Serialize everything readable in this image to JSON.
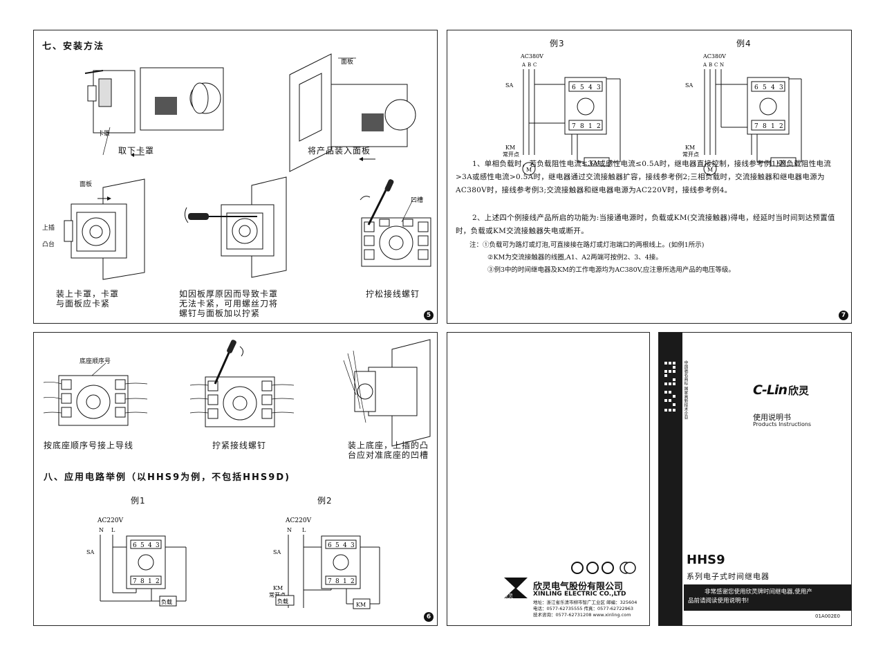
{
  "panel_5": {
    "heading": "七、安装方法",
    "steps": [
      {
        "label_lines": [
          "取下卡罩"
        ],
        "callouts": [
          "卡罩"
        ]
      },
      {
        "label_lines": [
          "将产品装入面板"
        ],
        "callouts": [
          "面板"
        ]
      },
      {
        "label_lines": [
          "装上卡罩，卡罩",
          "与面板应卡紧"
        ],
        "callouts": [
          "面板",
          "上插",
          "凸台"
        ]
      },
      {
        "label_lines": [
          "如因板厚原因而导致卡罩",
          "无法卡紧，可用螺丝刀将",
          "螺钉与面板加以拧紧"
        ],
        "callouts": []
      },
      {
        "label_lines": [
          "拧松接线螺钉"
        ],
        "callouts": [
          "凹槽"
        ]
      }
    ],
    "page_number": "5"
  },
  "panel_6": {
    "socket_steps": [
      {
        "label_lines": [
          "按底座顺序号接上导线"
        ],
        "callouts": [
          "底座顺序号"
        ]
      },
      {
        "label_lines": [
          "拧紧接线螺钉"
        ],
        "callouts": []
      },
      {
        "label_lines": [
          "装上底座，上插的凸",
          "台应对准底座的凹槽"
        ],
        "callouts": []
      }
    ],
    "section_heading": "八、应用电路举例（以HHS9为例，不包括HHS9D)",
    "examples": [
      {
        "title": "例1",
        "supply": "AC220V",
        "phases": [
          "N",
          "L"
        ],
        "switch": "SA",
        "load": "负载",
        "pins_top": [
          "6",
          "5",
          "4",
          "3"
        ],
        "pins_bottom": [
          "7",
          "8",
          "1",
          "2"
        ]
      },
      {
        "title": "例2",
        "supply": "AC220V",
        "phases": [
          "N",
          "L"
        ],
        "switch": "SA",
        "contactor": "KM",
        "contact_label": "常开点",
        "load": "负载",
        "coil": "KM",
        "pins_top": [
          "6",
          "5",
          "4",
          "3"
        ],
        "pins_bottom": [
          "7",
          "8",
          "1",
          "2"
        ]
      }
    ],
    "page_number": "6"
  },
  "panel_7": {
    "examples": [
      {
        "title": "例3",
        "supply": "AC380V",
        "phases": [
          "A",
          "B",
          "C"
        ],
        "switch": "SA",
        "contactor": "KM",
        "contact_label": "常开点",
        "motor": "M",
        "coil": "KM",
        "pins_top": [
          "6",
          "5",
          "4",
          "3"
        ],
        "pins_bottom": [
          "7",
          "8",
          "1",
          "2"
        ]
      },
      {
        "title": "例4",
        "supply": "AC380V",
        "phases": [
          "A",
          "B",
          "C",
          "N"
        ],
        "switch": "SA",
        "contactor": "KM",
        "contact_label": "常开点",
        "motor": "M",
        "coil": "KM",
        "pins_top": [
          "6",
          "5",
          "4",
          "3"
        ],
        "pins_bottom": [
          "7",
          "8",
          "1",
          "2"
        ]
      }
    ],
    "paragraph_1": "1、单相负载时，若负载阻性电流≤3A或感性电流≤0.5A时，继电器直接控制，接线参考例1;若负载阻性电流>3A或感性电流>0.5A时，继电器通过交流接触器扩容，接线参考例2;三相负载时，交流接触器和继电器电源为AC380V时，接线参考例3;交流接触器和继电器电源为AC220V时，接线参考例4。",
    "paragraph_2": "2、上述四个例接线产品所启的功能为:当接通电源时，负载或KM(交流接触器)得电，经延时当时间到达预置值时，负载或KM交流接触器失电或断开。",
    "notes": [
      "注：①负载可为路灯或灯泡,可直接接在路灯或灯泡端口的两根线上。(如例1所示)",
      "②KM为交流接触器的线圈,A1、A2两端可按例2、3、4接。",
      "③例3中的时间继电器及KM的工作电源均为AC380V,应注意所选用产品的电压等级。"
    ],
    "page_number": "7"
  },
  "back_cover": {
    "company_cn": "欣灵电气股份有限公司",
    "company_en": "XINLING ELECTRIC CO.,LTD",
    "logo_text": "欣灵",
    "contact_lines": [
      "地址：浙江省乐清市柳市智广工业区  邮编：325604",
      "电话：0577-62735555   传真：0577-62722963",
      "技术咨询：0577-62731208   www.xinling.com"
    ]
  },
  "front_cover": {
    "brand": "C-Lin",
    "brand_cn": "欣灵",
    "doc_title_cn": "使用说明书",
    "doc_title_en": "Products Instructions",
    "product": "HHS9",
    "series": "系列电子式时间继电器",
    "thanks_lines": [
      "非常感谢您使用欣灵牌时间继电器,使用产",
      "品前请阅读使用说明书!"
    ],
    "vertical_tag": "中国驰名商标 国家高新技术企业",
    "code": "01A002E0"
  },
  "colors": {
    "ink": "#111111",
    "border": "#222222",
    "cover_band": "#1a1a1a"
  }
}
